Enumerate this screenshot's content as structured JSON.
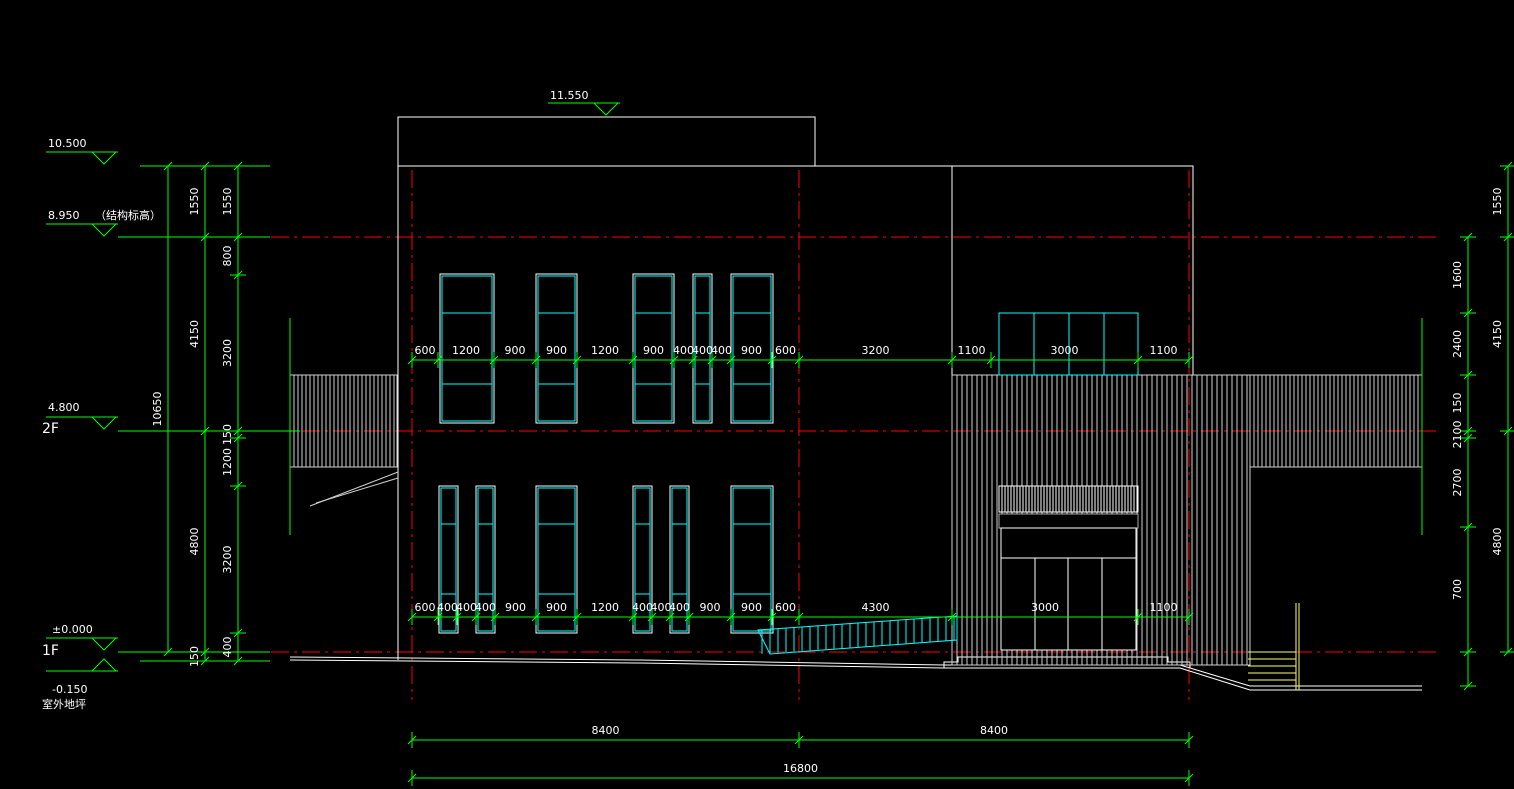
{
  "colors": {
    "background": "#000000",
    "outline": "#ffffff",
    "dimension": "#00ff00",
    "grid_axis": "#ff0000",
    "glass": "#00ffff",
    "stair_rail": "#ffff66",
    "dim_text": "#ffffff"
  },
  "levels": {
    "roof_parapet": "11.550",
    "parapet": "10.500",
    "structure_roof": "8.950",
    "structure_note": "（结构标高）",
    "second_floor": "4.800",
    "second_floor_tag": "2F",
    "ground": "±0.000",
    "ground_tag": "1F",
    "outdoor": "-0.150",
    "outdoor_note": "室外地坪"
  },
  "left_dims": {
    "outer": [
      "1550",
      "4150",
      "4800",
      "150"
    ],
    "total": "10650",
    "inner": [
      "1550",
      "800",
      "3200",
      "150",
      "1200",
      "3200",
      "400"
    ]
  },
  "right_dims": {
    "outer": [
      "1550",
      "4150",
      "4800"
    ],
    "inner": [
      "1600",
      "2400",
      "150",
      "2100",
      "2700",
      "700"
    ]
  },
  "upper_window_dims": [
    "600",
    "1200",
    "900",
    "900",
    "1200",
    "900",
    "400",
    "400",
    "400",
    "900",
    "600",
    "3200",
    "1100",
    "3000",
    "1100"
  ],
  "lower_window_dims": [
    "600",
    "400",
    "400",
    "400",
    "900",
    "900",
    "1200",
    "400",
    "400",
    "400",
    "900",
    "900",
    "600",
    "4300",
    "3000",
    "1100"
  ],
  "bay_dims": [
    "8400",
    "8400"
  ],
  "overall_dim": "16800"
}
